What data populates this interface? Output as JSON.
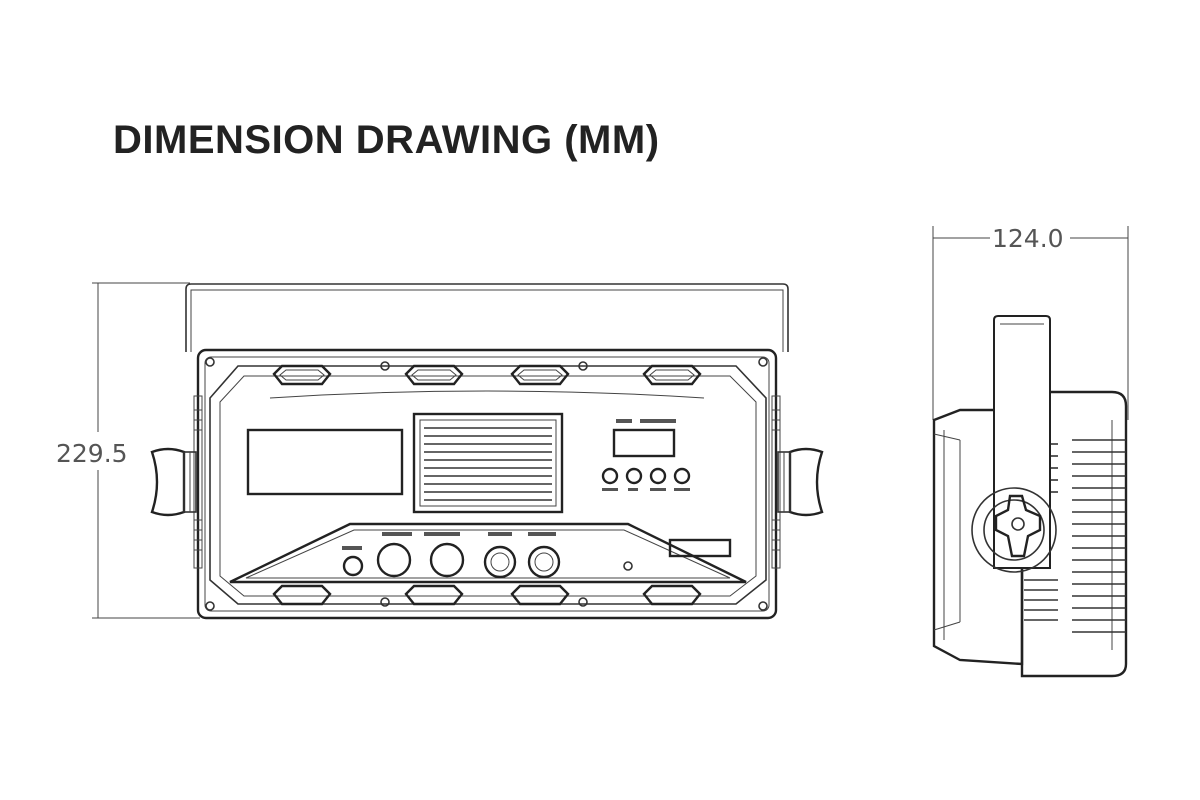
{
  "title": "DIMENSION DRAWING (MM)",
  "dimensions": {
    "height": "229.5",
    "depth": "124.0"
  }
}
